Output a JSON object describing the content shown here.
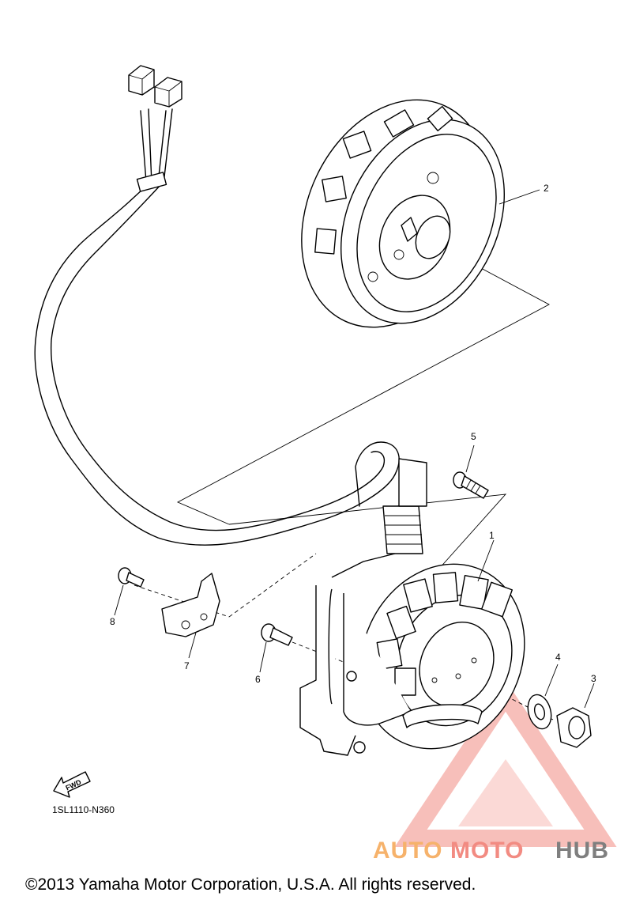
{
  "callouts": [
    "1",
    "2",
    "3",
    "4",
    "5",
    "6",
    "7",
    "8"
  ],
  "diagram_code": "1SL1110-N360",
  "fwd_label": "FWD",
  "watermark": {
    "part1": "AUTO",
    "part2": "MOTO",
    "part3": "HUB"
  },
  "copyright": "©2013 Yamaha Motor Corporation, U.S.A. All rights reserved.",
  "colors": {
    "line": "#000000",
    "watermark_triangle": "#f28b82",
    "watermark_auto": "#f6b26b",
    "watermark_hub": "#7f7f7f"
  }
}
